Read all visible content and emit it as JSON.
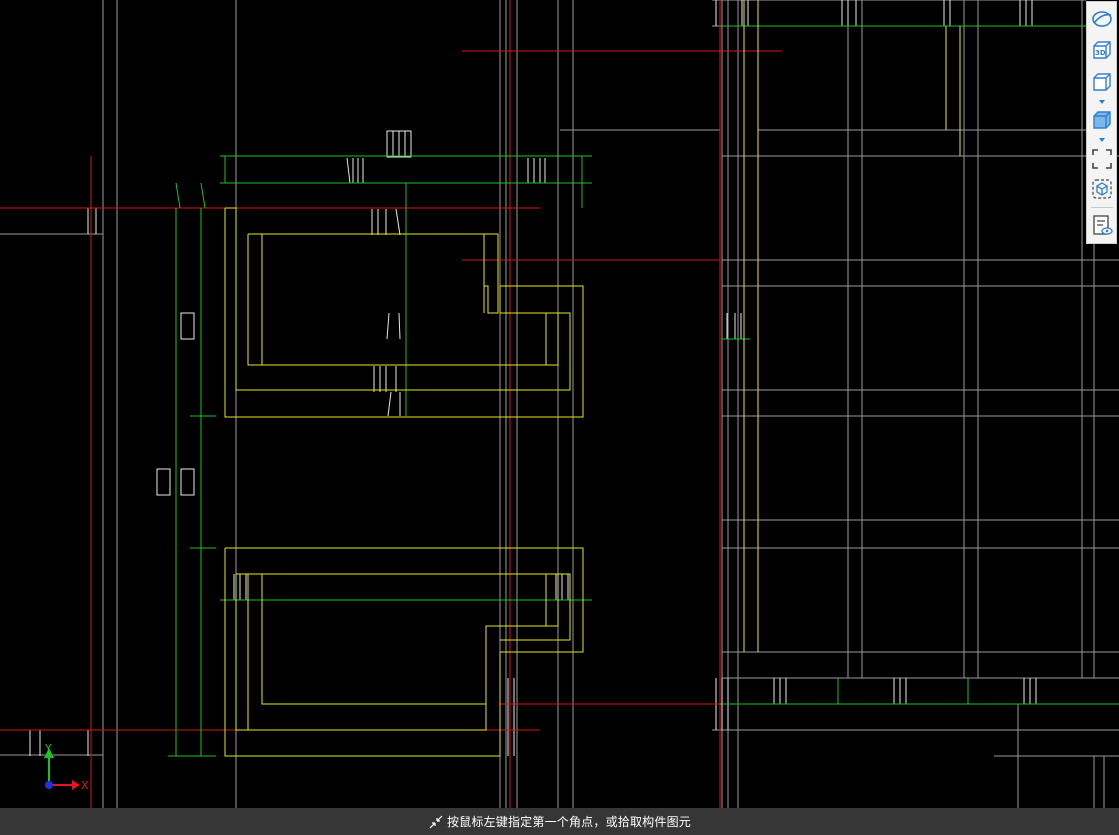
{
  "status_bar": {
    "prompt": "按鼠标左键指定第一个角点，或拾取构件图元"
  },
  "ucs": {
    "x_label": "X",
    "y_label": "Y"
  },
  "toolbar": {
    "items": [
      {
        "name": "dynamic-observe",
        "icon": "orbit-icon"
      },
      {
        "name": "view-3d",
        "icon": "cube-3d-icon",
        "text": "3D"
      },
      {
        "name": "view-cube",
        "icon": "cube-wire-icon"
      },
      {
        "name": "view-solid",
        "icon": "cube-solid-icon"
      },
      {
        "name": "zoom-extent",
        "icon": "fullscreen-icon"
      },
      {
        "name": "select-view",
        "icon": "box-select-icon"
      },
      {
        "name": "display-settings",
        "icon": "document-eye-icon"
      }
    ]
  },
  "colors": {
    "background": "#000000",
    "axis_red": "#d11818",
    "wall_green": "#1ec21e",
    "column_yellow": "#e6e622",
    "grid_white": "#b4b4b4",
    "toolbar_accent": "#2f7fd1",
    "status_bar": "#363636"
  }
}
